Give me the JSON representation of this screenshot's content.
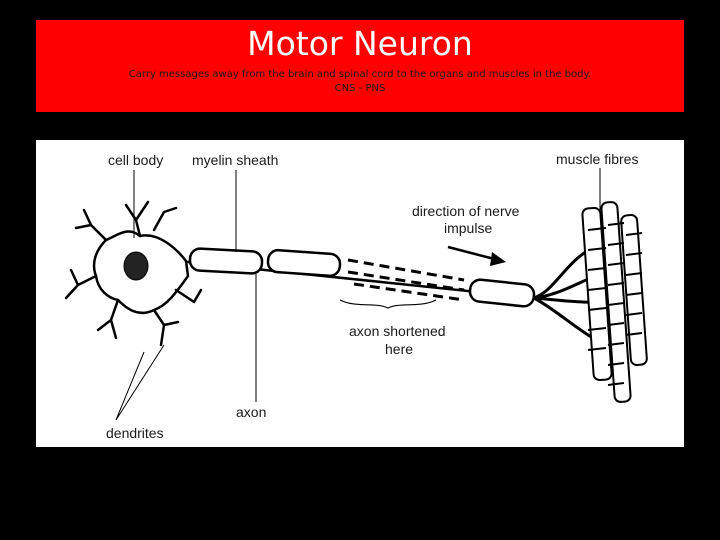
{
  "header": {
    "title": "Motor Neuron",
    "line1": "Carry messages away from the brain and spinal cord to the organs and muscles in the body.",
    "line2": "CNS - PNS"
  },
  "diagram": {
    "labels": {
      "cell_body": "cell body",
      "myelin_sheath": "myelin sheath",
      "muscle_fibres": "muscle fibres",
      "direction_1": "direction of nerve",
      "direction_2": "impulse",
      "axon_short_1": "axon shortened",
      "axon_short_2": "here",
      "axon": "axon",
      "dendrites": "dendrites"
    }
  },
  "colors": {
    "background": "#000000",
    "title_bar": "#ff0000",
    "diagram_bg": "#ffffff"
  }
}
